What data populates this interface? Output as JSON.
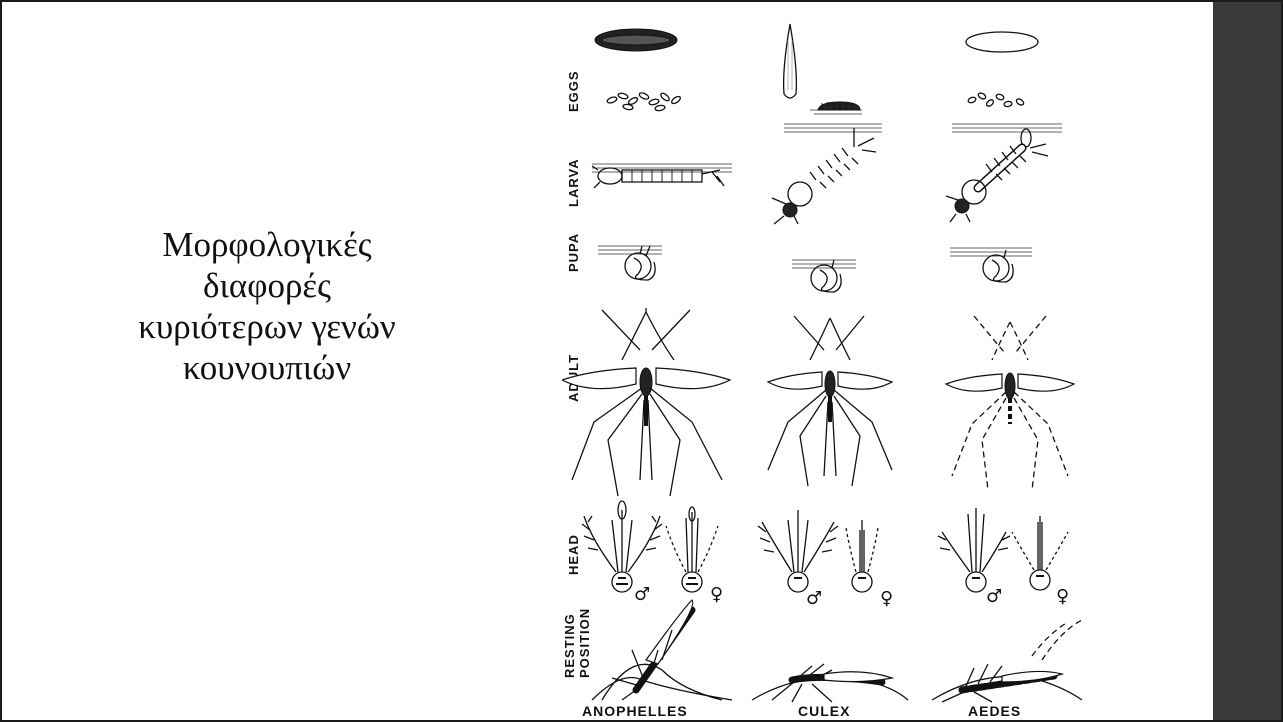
{
  "slide": {
    "title_lines": [
      "Μορφολογικές",
      "διαφορές",
      "κυριότερων γενών",
      "κουνουπιών"
    ]
  },
  "figure": {
    "row_labels": {
      "eggs": "EGGS",
      "larva": "LARVA",
      "pupa": "PUPA",
      "adult": "ADULT",
      "head": "HEAD",
      "resting_1": "RESTING",
      "resting_2": "POSITION"
    },
    "columns": {
      "anophelles": "ANOPHELLES",
      "culex": "CULEX",
      "aedes": "AEDES"
    },
    "sex": {
      "male": "♂",
      "female": "♀"
    }
  },
  "colors": {
    "background": "#ffffff",
    "ink": "#111111",
    "side_band": "#3a3a3a"
  }
}
